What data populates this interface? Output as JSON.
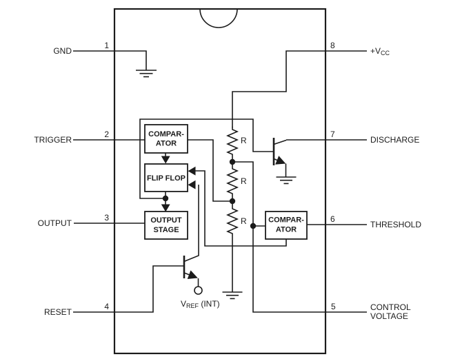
{
  "colors": {
    "ink": "#1b1b1b",
    "background": "#ffffff"
  },
  "ic": {
    "pins_left": [
      {
        "number": "1",
        "label": "GND"
      },
      {
        "number": "2",
        "label": "TRIGGER"
      },
      {
        "number": "3",
        "label": "OUTPUT"
      },
      {
        "number": "4",
        "label": "RESET"
      }
    ],
    "pins_right": [
      {
        "number": "8",
        "label": "+V",
        "label_sub": "CC"
      },
      {
        "number": "7",
        "label": "DISCHARGE"
      },
      {
        "number": "6",
        "label": "THRESHOLD"
      },
      {
        "number": "5",
        "label_line1": "CONTROL",
        "label_line2": "VOLTAGE"
      }
    ],
    "blocks": {
      "trigger_comparator": {
        "line1": "COMPAR-",
        "line2": "ATOR"
      },
      "flip_flop": {
        "label": "FLIP FLOP"
      },
      "output_stage": {
        "line1": "OUTPUT",
        "line2": "STAGE"
      },
      "threshold_comparator": {
        "line1": "COMPAR-",
        "line2": "ATOR"
      }
    },
    "resistors": [
      {
        "label": "R"
      },
      {
        "label": "R"
      },
      {
        "label": "R"
      }
    ],
    "vref": {
      "main": "V",
      "sub": "REF",
      "suffix": " (INT)"
    }
  }
}
